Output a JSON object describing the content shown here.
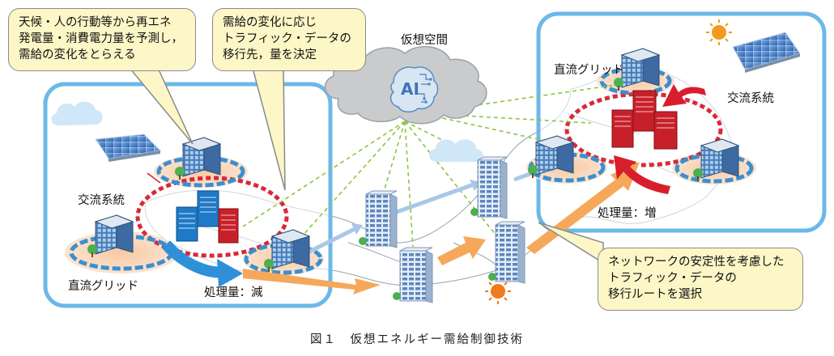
{
  "callouts": {
    "left1": [
      "天候・人の行動等から再エネ",
      "発電量・消費電力量を予測し，",
      "需給の変化をとらえる"
    ],
    "left2": [
      "需給の変化に応じ",
      "トラフィック・データの",
      "移行先，量を決定"
    ],
    "right": [
      "ネットワークの安定性を考慮した",
      "トラフィック・データの",
      "移行ルートを選択"
    ]
  },
  "labels": {
    "virtual_space": "仮想空間",
    "ai_text": "AI",
    "ac_left": "交流系統",
    "dc_left": "直流グリッド",
    "load_decrease": "処理量：減",
    "dc_right": "直流グリッド",
    "ac_right": "交流系統",
    "load_increase": "処理量：増"
  },
  "caption": "図１　仮想エネルギー需給制御技術",
  "colors": {
    "region_border": "#6bb9e8",
    "ring_red": "#d9283a",
    "ring_blue": "#3a8fd0",
    "arrow_orange": "#f6a85a",
    "arrow_red": "#d81e2c",
    "arrow_blue": "#2e90d8",
    "dashed_green": "#8cc63f",
    "callout_fill": "#fdf7c7",
    "server_blue": "#1f79c6",
    "server_red": "#c8202a",
    "sun": "#f39a1e",
    "cloud_gray": "#c9cbcd"
  },
  "icons": [
    "cloud-icon",
    "solar-panel-icon",
    "office-building-icon",
    "server-rack-icon",
    "sun-icon",
    "ai-brain-icon",
    "tree-icon"
  ]
}
